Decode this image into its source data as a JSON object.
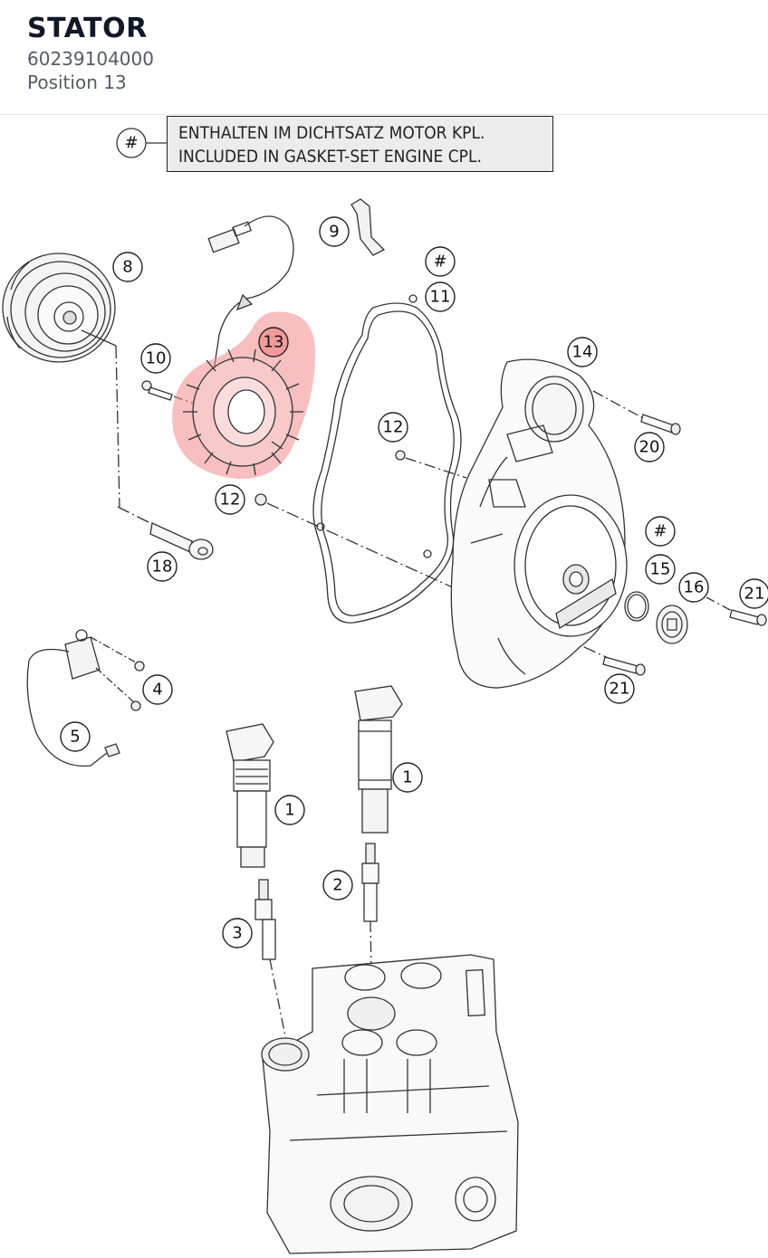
{
  "header": {
    "title": "STATOR",
    "part_number": "60239104000",
    "position": "Position 13"
  },
  "legend": {
    "symbol": "#",
    "line_de": "ENTHALTEN IM DICHTSATZ MOTOR KPL.",
    "line_en": "INCLUDED IN GASKET-SET ENGINE CPL."
  },
  "highlight": {
    "position": "13",
    "color": "#f08a8a"
  },
  "callouts": {
    "c1a": "1",
    "c1b": "1",
    "c2": "2",
    "c3": "3",
    "c4": "4",
    "c5": "5",
    "c8": "8",
    "c9": "9",
    "c10": "10",
    "c11": "11",
    "c11hash": "#",
    "c12a": "12",
    "c12b": "12",
    "c13": "13",
    "c14": "14",
    "c15": "15",
    "c15hash": "#",
    "c16": "16",
    "c18": "18",
    "c20": "20",
    "c21a": "21",
    "c21b": "21"
  }
}
